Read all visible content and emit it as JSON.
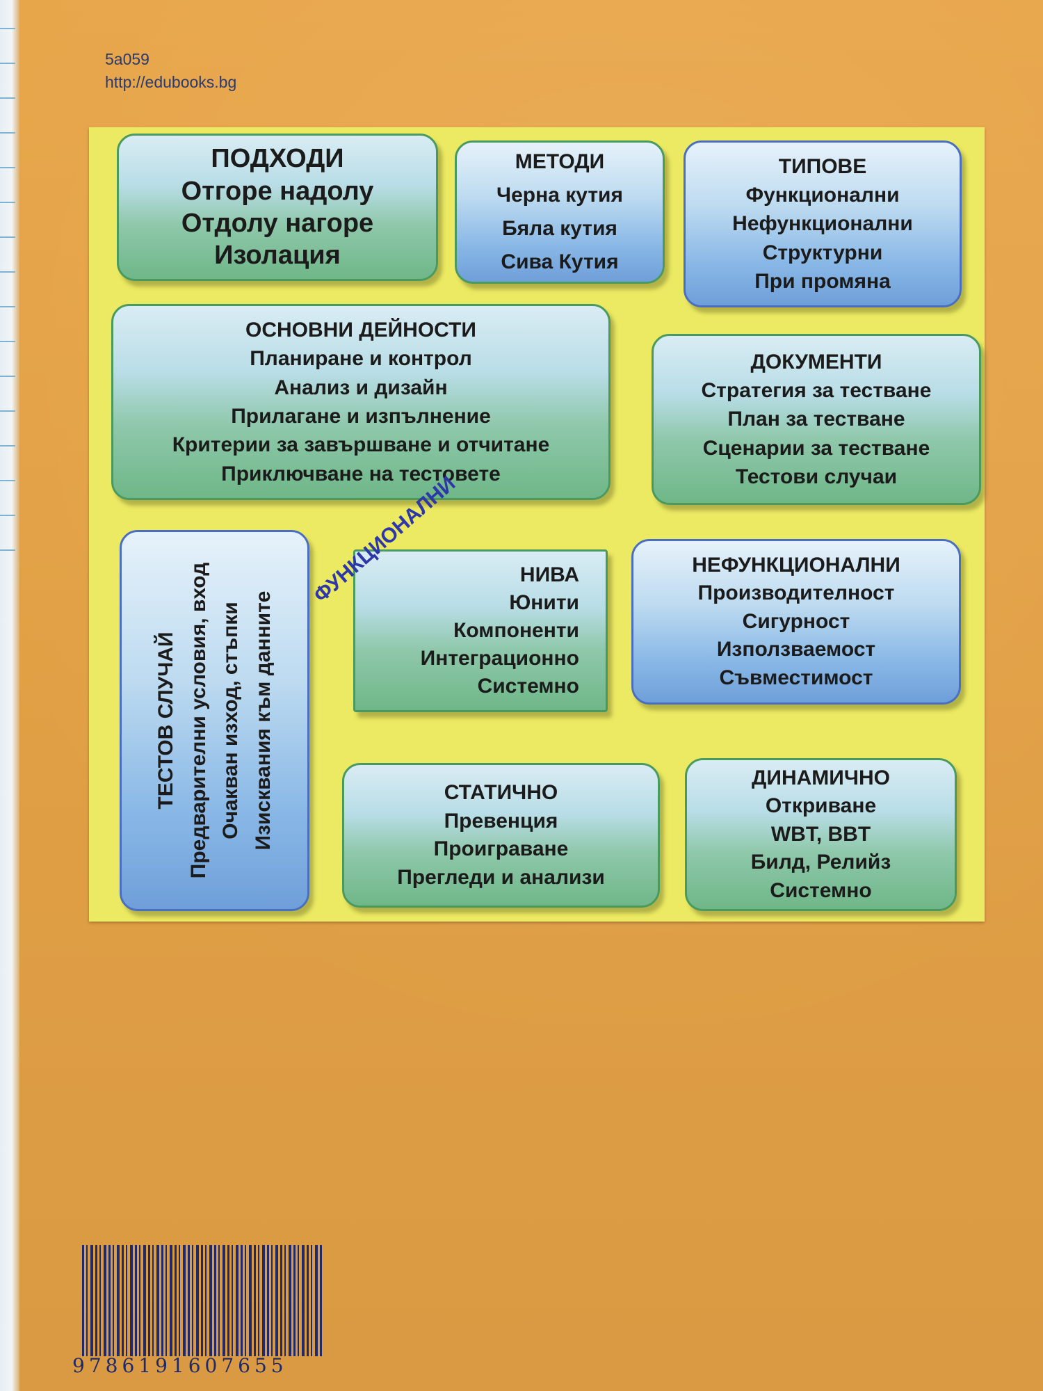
{
  "header": {
    "code": "5a059",
    "url": "http://edubooks.bg"
  },
  "boxes": {
    "approaches": {
      "title": "ПОДХОДИ",
      "items": [
        "Отгоре надолу",
        "Отдолу нагоре",
        "Изолация"
      ]
    },
    "methods": {
      "title": "МЕТОДИ",
      "items": [
        "Черна кутия",
        "Бяла кутия",
        "Сива Кутия"
      ]
    },
    "types": {
      "title": "ТИПОВЕ",
      "items": [
        "Функционални",
        "Нефункционални",
        "Структурни",
        "При промяна"
      ]
    },
    "activities": {
      "title": "ОСНОВНИ ДЕЙНОСТИ",
      "items": [
        "Планиране и контрол",
        "Анализ и дизайн",
        "Прилагане и изпълнение",
        "Критерии за завършване и отчитане",
        "Приключване на тестовете"
      ]
    },
    "documents": {
      "title": "ДОКУМЕНТИ",
      "items": [
        "Стратегия за тестване",
        "План за тестване",
        "Сценарии за тестване",
        "Тестови случаи"
      ]
    },
    "testcase": {
      "title": "ТЕСТОВ СЛУЧАЙ",
      "items": [
        "Предварителни условия, вход",
        "Очакван изход, стъпки",
        "Изисквания към данните"
      ]
    },
    "levels": {
      "diagonal": "ФУНКЦИОНАЛНИ",
      "title": "НИВА",
      "items": [
        "Юнити",
        "Компоненти",
        "Интеграционно",
        "Системно"
      ]
    },
    "nonfunctional": {
      "title": "НЕФУНКЦИОНАЛНИ",
      "items": [
        "Производителност",
        "Сигурност",
        "Използваемост",
        "Съвместимост"
      ]
    },
    "static": {
      "title": "СТАТИЧНО",
      "items": [
        "Превенция",
        "Проиграване",
        "Прегледи и анализи"
      ]
    },
    "dynamic": {
      "title": "ДИНАМИЧНО",
      "items": [
        "Откриване",
        "WBT, BBT",
        "Билд, Релийз",
        "Системно"
      ]
    }
  },
  "barcode": {
    "isbn": "9786191607655"
  }
}
